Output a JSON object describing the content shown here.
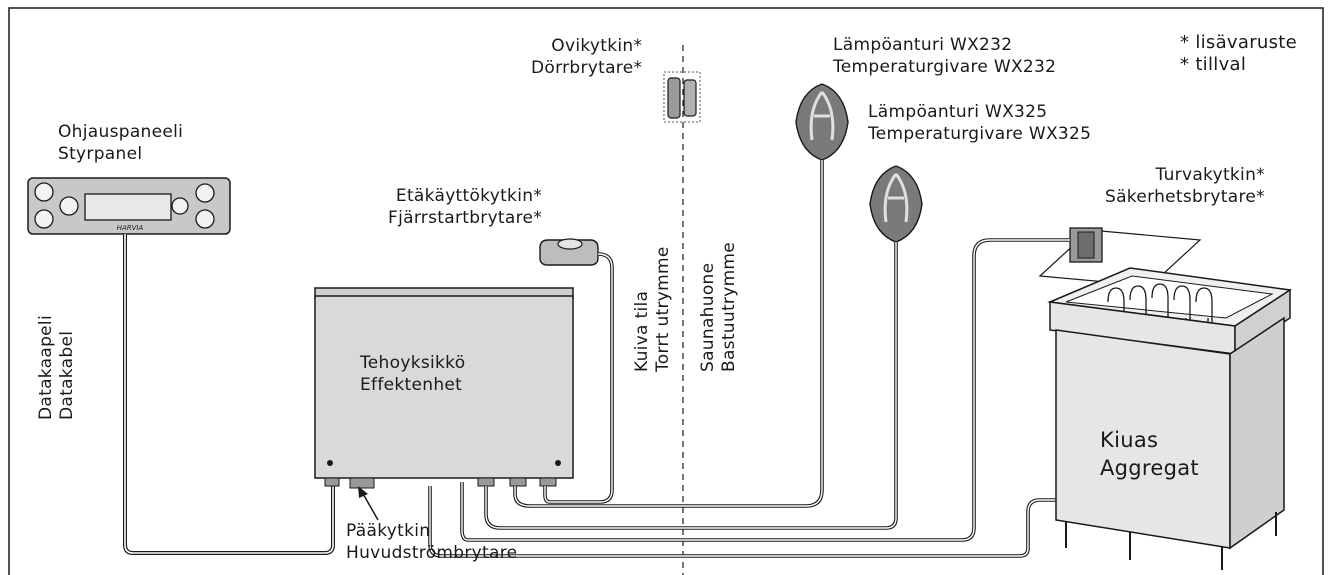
{
  "labels": {
    "control_panel": [
      "Ohjauspaneeli",
      "Styrpanel"
    ],
    "data_cable": [
      "Datakaapeli",
      "Datakabel"
    ],
    "power_unit": [
      "Tehoyksikkö",
      "Effektenhet"
    ],
    "main_switch": [
      "Pääkytkin",
      "Huvudströmbrytare"
    ],
    "remote_switch": [
      "Etäkäyttökytkin*",
      "Fjärrstartbrytare*"
    ],
    "door_switch": [
      "Ovikytkin*",
      "Dörrbrytare*"
    ],
    "dry_room": [
      "Kuiva tila",
      "Torrt utrymme"
    ],
    "sauna_room": [
      "Saunahuone",
      "Bastuutrymme"
    ],
    "sensor_wx232": [
      "Lämpöanturi WX232",
      "Temperaturgivare WX232"
    ],
    "sensor_wx325": [
      "Lämpöanturi WX325",
      "Temperaturgivare WX325"
    ],
    "legend": [
      "* lisävaruste",
      "* tillval"
    ],
    "safety_switch": [
      "Turvakytkin*",
      "Säkerhetsbrytare*"
    ],
    "heater": [
      "Kiuas",
      "Aggregat"
    ]
  },
  "panel_brand": "HARVIA",
  "colors": {
    "line": "#1a1a1a",
    "unit_fill": "#d9d9d9",
    "panel_fill": "#c8c8c8",
    "sensor_fill": "#7a7a7a"
  }
}
